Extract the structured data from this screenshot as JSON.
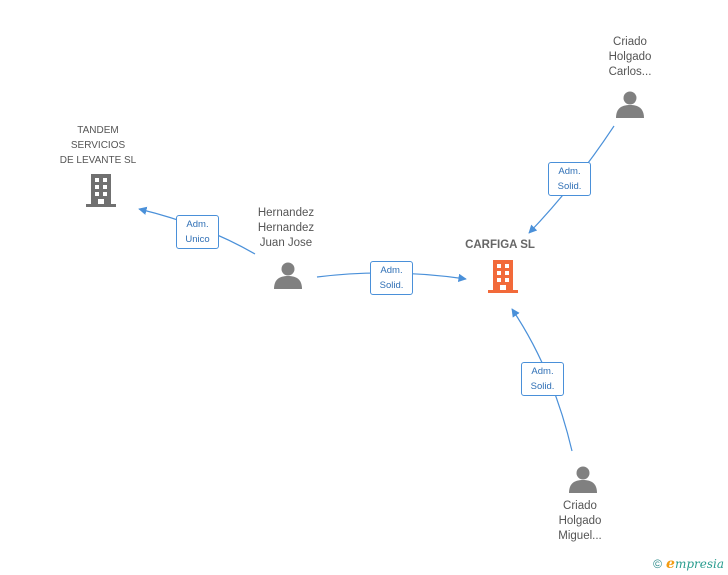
{
  "colors": {
    "edge": "#4a90d9",
    "person": "#808080",
    "company": "#707070",
    "main_company": "#f26a3a"
  },
  "nodes": {
    "criado_carlos": {
      "label": "Criado\nHolgado\nCarlos...",
      "icon": "person-icon"
    },
    "tandem": {
      "label": "TANDEM\nSERVICIOS\nDE LEVANTE SL",
      "icon": "building-icon"
    },
    "hernandez": {
      "label": "Hernandez\nHernandez\nJuan Jose",
      "icon": "person-icon"
    },
    "carfiga": {
      "label": "CARFIGA SL",
      "icon": "building-icon"
    },
    "criado_miguel": {
      "label": "Criado\nHolgado\nMiguel...",
      "icon": "person-icon"
    }
  },
  "edges": {
    "tandem_hernandez": {
      "line1": "Adm.",
      "line2": "Unico"
    },
    "hernandez_carfiga": {
      "line1": "Adm.",
      "line2": "Solid."
    },
    "carlos_carfiga": {
      "line1": "Adm.",
      "line2": "Solid."
    },
    "miguel_carfiga": {
      "line1": "Adm.",
      "line2": "Solid."
    }
  },
  "footer": {
    "copyright": "©",
    "brand_initial": "e",
    "brand_rest": "mpresia"
  }
}
